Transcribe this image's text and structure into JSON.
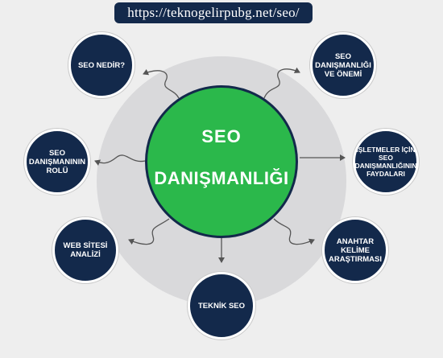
{
  "header": {
    "url": "https://teknogelirpubg.net/seo/"
  },
  "center": {
    "line1": "SEO",
    "line2": "DANIŞMANLIĞI"
  },
  "nodes": {
    "seo_nedir": "SEO NEDİR?",
    "seo_onemi": "SEO DANIŞMANLIĞI VE ÖNEMİ",
    "seo_rolu": "SEO DANIŞMANININ ROLÜ",
    "faydalar": "İŞLETMELER İÇİN SEO DANIŞMANLIĞININ FAYDALARI",
    "web_analizi": "WEB SİTESİ ANALİZİ",
    "anahtar_kelime": "ANAHTAR KELİME ARAŞTIRMASI",
    "teknik_seo": "TEKNİK SEO"
  },
  "colors": {
    "navy": "#13294b",
    "green": "#2bb84b",
    "background": "#eeeeee",
    "halo": "#d9d9db",
    "arrow": "#555555"
  }
}
